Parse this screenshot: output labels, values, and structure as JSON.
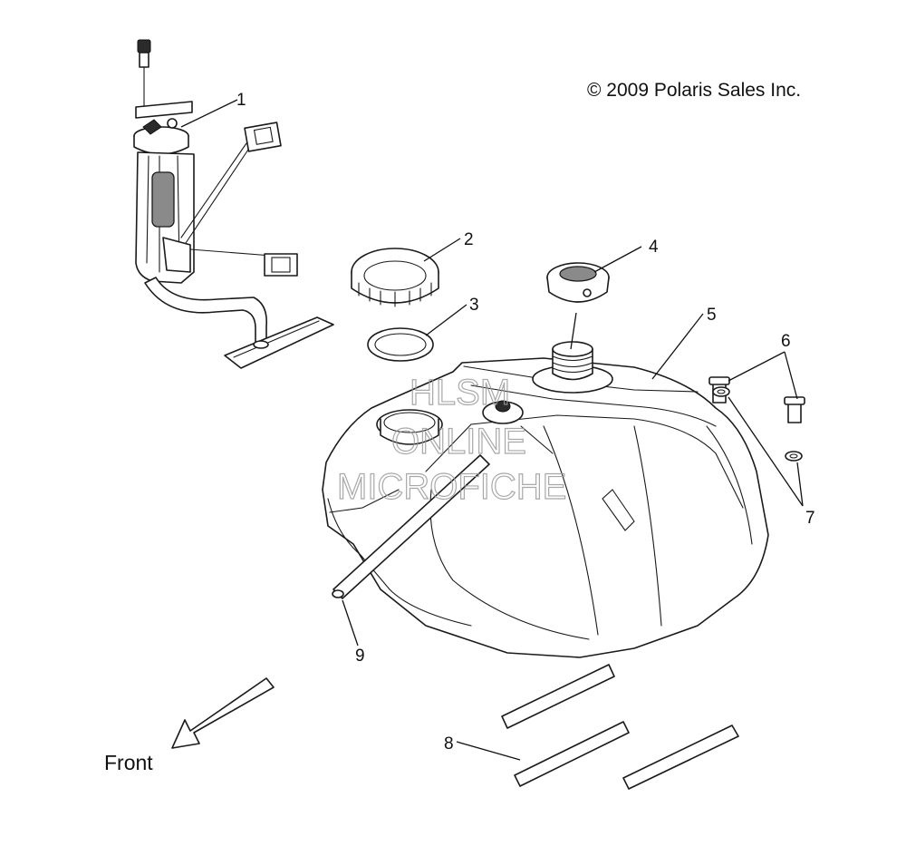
{
  "copyright": "© 2009 Polaris Sales Inc.",
  "direction_label": "Front",
  "watermark": {
    "line1": "HLSM",
    "line2": "ONLINE",
    "line3": "MICROFICHE"
  },
  "callouts": [
    "1",
    "2",
    "3",
    "4",
    "5",
    "6",
    "7",
    "8",
    "9"
  ]
}
